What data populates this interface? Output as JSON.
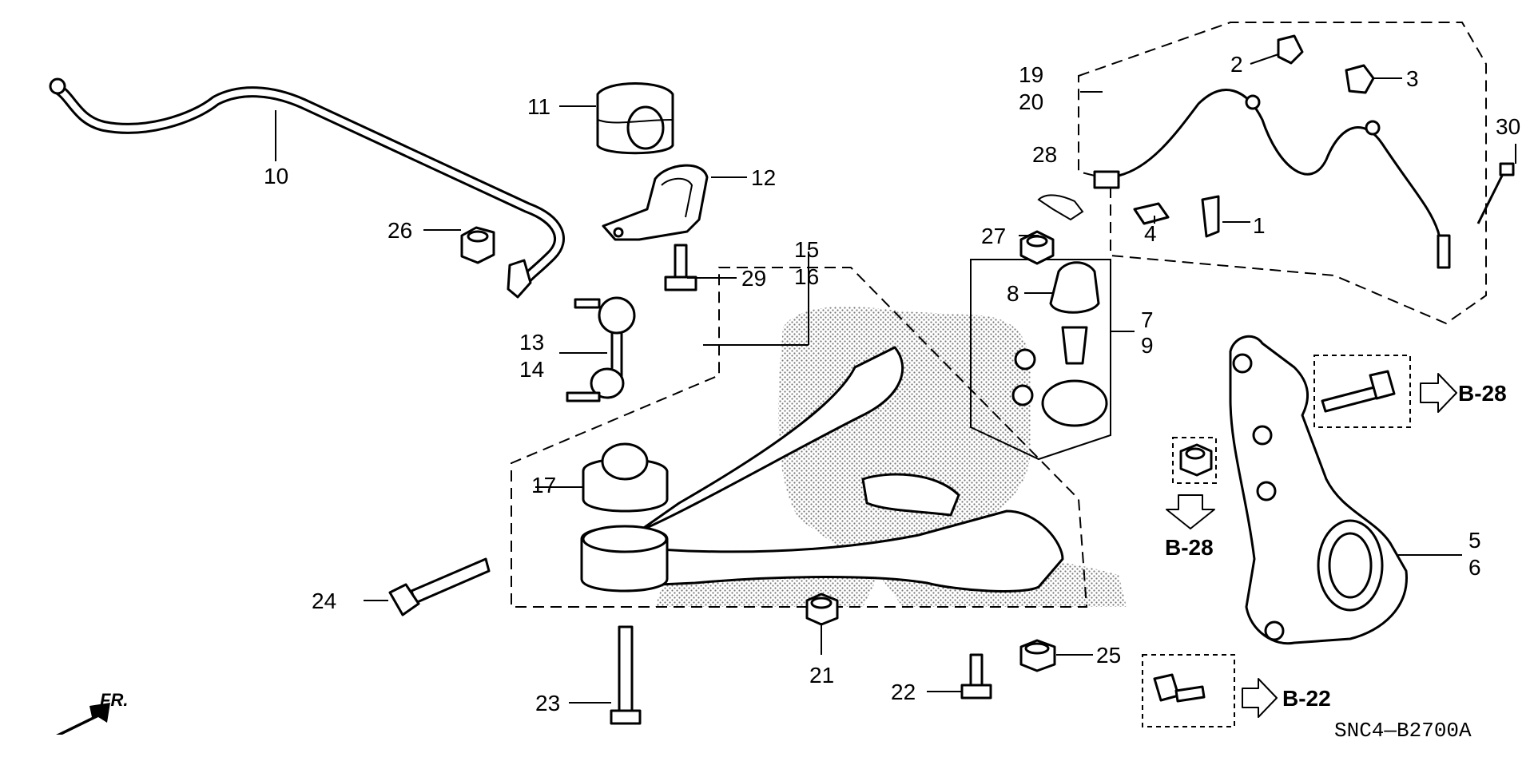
{
  "diagram_code": "SNC4—B2700A",
  "direction_label": "FR.",
  "callouts": [
    {
      "id": "p1",
      "text": "1"
    },
    {
      "id": "p2",
      "text": "2"
    },
    {
      "id": "p3",
      "text": "3"
    },
    {
      "id": "p4",
      "text": "4"
    },
    {
      "id": "p5",
      "text": "5"
    },
    {
      "id": "p6",
      "text": "6"
    },
    {
      "id": "p7",
      "text": "7"
    },
    {
      "id": "p8",
      "text": "8"
    },
    {
      "id": "p9",
      "text": "9"
    },
    {
      "id": "p10",
      "text": "10"
    },
    {
      "id": "p11",
      "text": "11"
    },
    {
      "id": "p12",
      "text": "12"
    },
    {
      "id": "p13",
      "text": "13"
    },
    {
      "id": "p14",
      "text": "14"
    },
    {
      "id": "p15",
      "text": "15"
    },
    {
      "id": "p16",
      "text": "16"
    },
    {
      "id": "p17",
      "text": "17"
    },
    {
      "id": "p19",
      "text": "19"
    },
    {
      "id": "p20",
      "text": "20"
    },
    {
      "id": "p21",
      "text": "21"
    },
    {
      "id": "p22",
      "text": "22"
    },
    {
      "id": "p23",
      "text": "23"
    },
    {
      "id": "p24",
      "text": "24"
    },
    {
      "id": "p25",
      "text": "25"
    },
    {
      "id": "p26",
      "text": "26"
    },
    {
      "id": "p27",
      "text": "27"
    },
    {
      "id": "p28",
      "text": "28"
    },
    {
      "id": "p29",
      "text": "29"
    },
    {
      "id": "p30",
      "text": "30"
    }
  ],
  "references": [
    {
      "id": "ref-right",
      "text": "B-28"
    },
    {
      "id": "ref-down",
      "text": "B-28"
    },
    {
      "id": "ref-bottom",
      "text": "B-22"
    }
  ]
}
